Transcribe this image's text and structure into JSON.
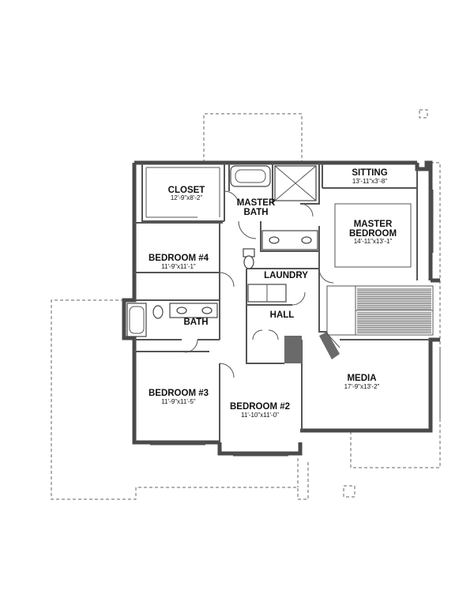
{
  "rooms": {
    "closet": {
      "name": "CLOSET",
      "dims": "12'-9\"x8'-2\""
    },
    "master_bath": {
      "name_line1": "MASTER",
      "name_line2": "BATH"
    },
    "sitting": {
      "name": "SITTING",
      "dims": "13'-11\"x3'-8\""
    },
    "master_bedroom": {
      "name_line1": "MASTER",
      "name_line2": "BEDROOM",
      "dims": "14'-11\"x13'-1\""
    },
    "bedroom4": {
      "name": "BEDROOM #4",
      "dims": "11'-9\"x11'-1\""
    },
    "laundry": {
      "name": "LAUNDRY"
    },
    "bath": {
      "name": "BATH"
    },
    "hall": {
      "name": "HALL"
    },
    "bedroom3": {
      "name": "BEDROOM #3",
      "dims": "11'-9\"x11'-5\""
    },
    "bedroom2": {
      "name": "BEDROOM #2",
      "dims": "11'-10\"x11'-0\""
    },
    "media": {
      "name": "MEDIA",
      "dims": "17'-9\"x13'-2\""
    }
  }
}
